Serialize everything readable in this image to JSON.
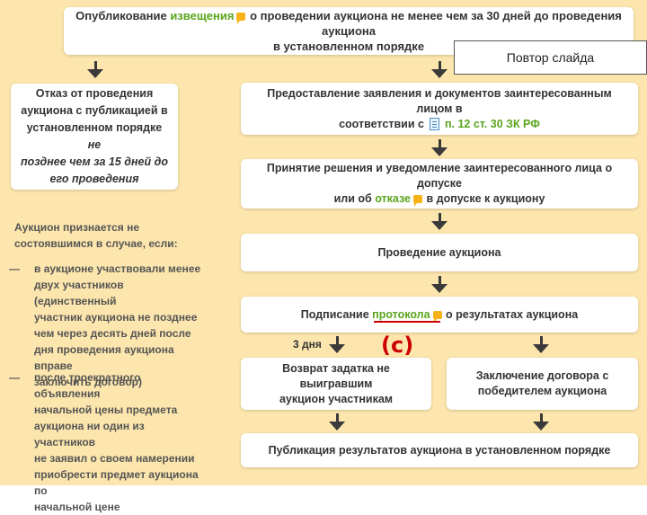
{
  "top_box": {
    "line1_a": "Опубликование",
    "line1_link": "извещения",
    "line1_b": "о проведении аукциона не менее чем за 30 дней до проведения аукциона",
    "line2": "в установленном порядке"
  },
  "repeat_label": "Повтор слайда",
  "left_box": {
    "line1": "Отказ от проведения",
    "line2": "аукциона с публикацией в",
    "line3_a": "установленном порядке",
    "line3_b": "не",
    "line4": "позднее чем за 15 дней до",
    "line5": "его проведения"
  },
  "failed": {
    "heading1": "Аукцион признается не",
    "heading2": "состоявшимся в случае, если:",
    "dash": "—",
    "bullet1": [
      "в аукционе участвовали менее",
      "двух участников (единственный",
      "участник аукциона не позднее",
      "чем через десять дней после",
      "дня проведения аукциона вправе",
      "заключить договор)"
    ],
    "bullet2": [
      "после троекратного объявления",
      "начальной цены предмета",
      "аукциона ни один из участников",
      "не заявил о своем намерении",
      "приобрести предмет аукциона по",
      "начальной цене"
    ]
  },
  "step1": {
    "line1": "Предоставление заявления и документов заинтересованным лицом в",
    "line2_a": "соответствии с",
    "line2_link": "п. 12 ст. 30 ЗК РФ"
  },
  "step2": {
    "line1": "Принятие решения и уведомление заинтересованного лица о допуске",
    "line2_a": "или об",
    "line2_link": "отказе",
    "line2_b": "в допуске к аукциону"
  },
  "step3": {
    "text": "Проведение аукциона"
  },
  "step4": {
    "text_a": "Подписание",
    "link": "протокола",
    "text_b": "о результатах аукциона"
  },
  "days_label": "3 дня",
  "marker": "(c)",
  "branch_left": {
    "line1": "Возврат задатка не выигравшим",
    "line2": "аукцион участникам"
  },
  "branch_right": {
    "line1": "Заключение договора с",
    "line2": "победителем аукциона"
  },
  "final": {
    "text": "Публикация результатов аукциона в установленном порядке"
  },
  "colors": {
    "background": "#fde6ad",
    "link": "#5aa51c",
    "marker": "#cc0000"
  }
}
